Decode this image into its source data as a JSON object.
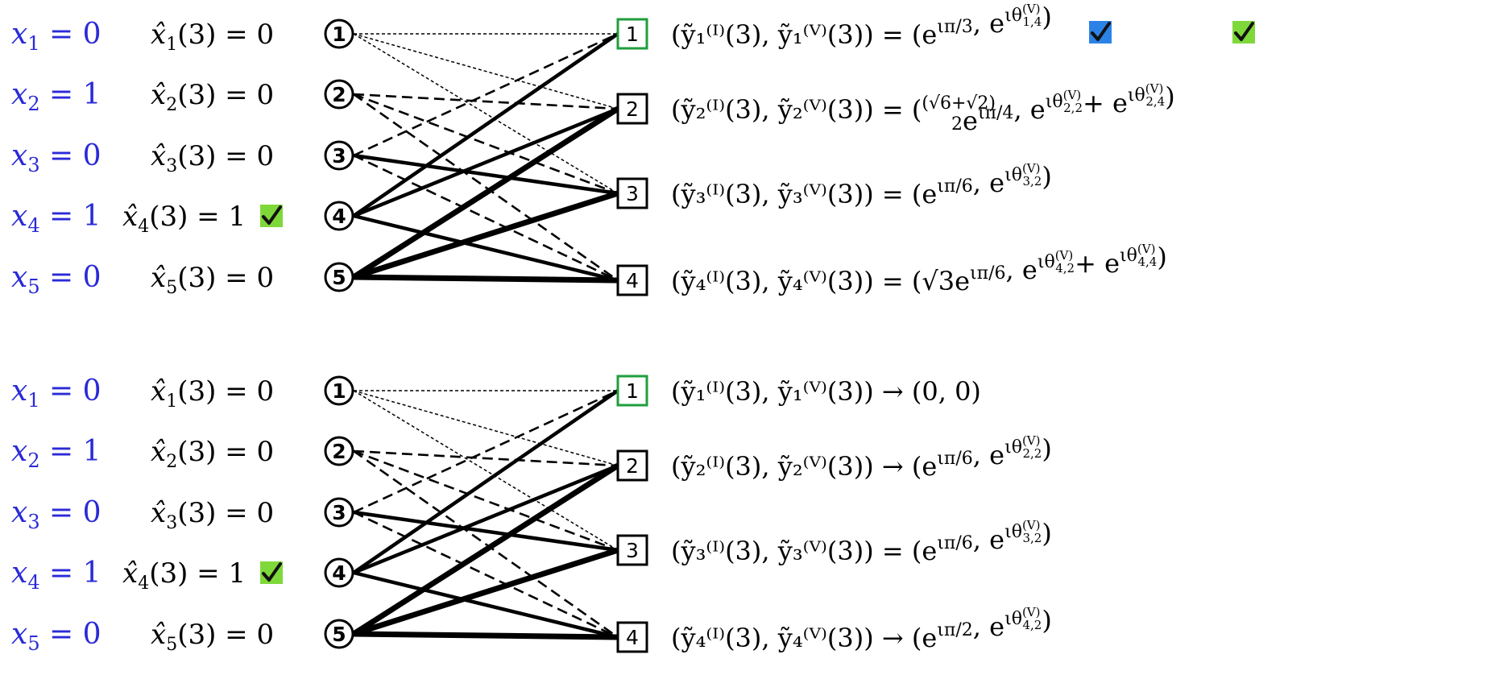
{
  "colors": {
    "x_label": "#2a2ad8",
    "ink": "#000000",
    "check_green": "#7fd83a",
    "check_blue": "#2b82e6",
    "highlight_box": "#1f9e3d"
  },
  "panels": [
    {
      "x_labels": [
        {
          "name": "x",
          "sub": "1",
          "value": "0"
        },
        {
          "name": "x",
          "sub": "2",
          "value": "1"
        },
        {
          "name": "x",
          "sub": "3",
          "value": "0"
        },
        {
          "name": "x",
          "sub": "4",
          "value": "1"
        },
        {
          "name": "x",
          "sub": "5",
          "value": "0"
        }
      ],
      "xhat_labels": [
        {
          "name": "x̂",
          "sub": "1",
          "arg": "(3)",
          "value": "0",
          "check": false
        },
        {
          "name": "x̂",
          "sub": "2",
          "arg": "(3)",
          "value": "0",
          "check": false
        },
        {
          "name": "x̂",
          "sub": "3",
          "arg": "(3)",
          "value": "0",
          "check": false
        },
        {
          "name": "x̂",
          "sub": "4",
          "arg": "(3)",
          "value": "1",
          "check": true
        },
        {
          "name": "x̂",
          "sub": "5",
          "arg": "(3)",
          "value": "0",
          "check": false
        }
      ],
      "variable_nodes": [
        "1",
        "2",
        "3",
        "4",
        "5"
      ],
      "check_nodes": [
        "1",
        "2",
        "3",
        "4"
      ],
      "highlighted_check_nodes": [
        "1"
      ],
      "edges": [
        {
          "from": 1,
          "to": 1,
          "style": "thin-dashed"
        },
        {
          "from": 1,
          "to": 2,
          "style": "thin-dashed"
        },
        {
          "from": 1,
          "to": 3,
          "style": "thin-dashed"
        },
        {
          "from": 2,
          "to": 2,
          "style": "dashed"
        },
        {
          "from": 2,
          "to": 3,
          "style": "dashed"
        },
        {
          "from": 2,
          "to": 4,
          "style": "dashed"
        },
        {
          "from": 3,
          "to": 1,
          "style": "dashed"
        },
        {
          "from": 3,
          "to": 3,
          "style": "thick"
        },
        {
          "from": 3,
          "to": 4,
          "style": "dashed"
        },
        {
          "from": 4,
          "to": 1,
          "style": "thick"
        },
        {
          "from": 4,
          "to": 2,
          "style": "thick"
        },
        {
          "from": 4,
          "to": 4,
          "style": "thick"
        },
        {
          "from": 5,
          "to": 2,
          "style": "heavy"
        },
        {
          "from": 5,
          "to": 3,
          "style": "heavy"
        },
        {
          "from": 5,
          "to": 4,
          "style": "heavy"
        }
      ],
      "equations": [
        {
          "prefix": "(ỹ₁⁽ᴵ⁾(3),  ỹ₁⁽ⱽ⁾(3))",
          "relation": "=",
          "value": "(e^{ιπ/3}, e^{ιθ₁,₄⁽ⱽ⁾})",
          "terms": [
            "(e",
            "ιπ/3",
            ",  e",
            "ιθ",
            "(V)",
            "1,4",
            ")"
          ],
          "checks": [
            "blue",
            "green"
          ]
        },
        {
          "prefix": "(ỹ₂⁽ᴵ⁾(3),  ỹ₂⁽ⱽ⁾(3))",
          "relation": "=",
          "value": "((√6+√2)/2 e^{ιπ/4}, e^{ιθ₂,₂⁽ⱽ⁾} + e^{ιθ₂,₄⁽ⱽ⁾})",
          "terms": [
            "(",
            "(√6+√2)",
            "2",
            "e",
            "ιπ/4",
            ",  e",
            "ιθ",
            "(V)",
            "2,2",
            "+ e",
            "ιθ",
            "(V)",
            "2,4",
            ")"
          ],
          "checks": []
        },
        {
          "prefix": "(ỹ₃⁽ᴵ⁾(3),  ỹ₃⁽ⱽ⁾(3))",
          "relation": "=",
          "value": "(e^{ιπ/6}, e^{ιθ₃,₂⁽ⱽ⁾})",
          "terms": [
            "(e",
            "ιπ/6",
            ",  e",
            "ιθ",
            "(V)",
            "3,2",
            ")"
          ],
          "checks": []
        },
        {
          "prefix": "(ỹ₄⁽ᴵ⁾(3),  ỹ₄⁽ⱽ⁾(3))",
          "relation": "=",
          "value": "(√3 e^{ιπ/6}, e^{ιθ₄,₂⁽ⱽ⁾} + e^{ιθ₄,₄⁽ⱽ⁾})",
          "terms": [
            "(√3e",
            "ιπ/6",
            ",  e",
            "ιθ",
            "(V)",
            "4,2",
            "+ e",
            "ιθ",
            "(V)",
            "4,4",
            ")"
          ],
          "checks": []
        }
      ]
    },
    {
      "x_labels": [
        {
          "name": "x",
          "sub": "1",
          "value": "0"
        },
        {
          "name": "x",
          "sub": "2",
          "value": "1"
        },
        {
          "name": "x",
          "sub": "3",
          "value": "0"
        },
        {
          "name": "x",
          "sub": "4",
          "value": "1"
        },
        {
          "name": "x",
          "sub": "5",
          "value": "0"
        }
      ],
      "xhat_labels": [
        {
          "name": "x̂",
          "sub": "1",
          "arg": "(3)",
          "value": "0",
          "check": false
        },
        {
          "name": "x̂",
          "sub": "2",
          "arg": "(3)",
          "value": "0",
          "check": false
        },
        {
          "name": "x̂",
          "sub": "3",
          "arg": "(3)",
          "value": "0",
          "check": false
        },
        {
          "name": "x̂",
          "sub": "4",
          "arg": "(3)",
          "value": "1",
          "check": true
        },
        {
          "name": "x̂",
          "sub": "5",
          "arg": "(3)",
          "value": "0",
          "check": false
        }
      ],
      "variable_nodes": [
        "1",
        "2",
        "3",
        "4",
        "5"
      ],
      "check_nodes": [
        "1",
        "2",
        "3",
        "4"
      ],
      "highlighted_check_nodes": [
        "1"
      ],
      "edges": [
        {
          "from": 1,
          "to": 1,
          "style": "thin-dashed"
        },
        {
          "from": 1,
          "to": 2,
          "style": "thin-dashed"
        },
        {
          "from": 1,
          "to": 3,
          "style": "thin-dashed"
        },
        {
          "from": 2,
          "to": 2,
          "style": "dashed"
        },
        {
          "from": 2,
          "to": 3,
          "style": "dashed"
        },
        {
          "from": 2,
          "to": 4,
          "style": "dashed"
        },
        {
          "from": 3,
          "to": 1,
          "style": "dashed"
        },
        {
          "from": 3,
          "to": 3,
          "style": "thick"
        },
        {
          "from": 3,
          "to": 4,
          "style": "dashed"
        },
        {
          "from": 4,
          "to": 1,
          "style": "thick"
        },
        {
          "from": 4,
          "to": 2,
          "style": "thick"
        },
        {
          "from": 4,
          "to": 4,
          "style": "thick"
        },
        {
          "from": 5,
          "to": 2,
          "style": "heavy"
        },
        {
          "from": 5,
          "to": 3,
          "style": "heavy"
        },
        {
          "from": 5,
          "to": 4,
          "style": "heavy"
        }
      ],
      "equations": [
        {
          "prefix": "(ỹ₁⁽ᴵ⁾(3),  ỹ₁⁽ⱽ⁾(3))",
          "relation": "→",
          "value": "(0, 0)",
          "terms": [
            "(0,  0)"
          ],
          "checks": []
        },
        {
          "prefix": "(ỹ₂⁽ᴵ⁾(3),  ỹ₂⁽ⱽ⁾(3))",
          "relation": "→",
          "value": "(e^{ιπ/6}, e^{ιθ₂,₂⁽ⱽ⁾})",
          "terms": [
            "(e",
            "ιπ/6",
            ",  e",
            "ιθ",
            "(V)",
            "2,2",
            ")"
          ],
          "checks": []
        },
        {
          "prefix": "(ỹ₃⁽ᴵ⁾(3),  ỹ₃⁽ⱽ⁾(3))",
          "relation": "=",
          "value": "(e^{ιπ/6}, e^{ιθ₃,₂⁽ⱽ⁾})",
          "terms": [
            "(e",
            "ιπ/6",
            ",  e",
            "ιθ",
            "(V)",
            "3,2",
            ")"
          ],
          "checks": []
        },
        {
          "prefix": "(ỹ₄⁽ᴵ⁾(3),  ỹ₄⁽ⱽ⁾(3))",
          "relation": "→",
          "value": "(e^{ιπ/2}, e^{ιθ₄,₂⁽ⱽ⁾})",
          "terms": [
            "(e",
            "ιπ/2",
            ",  e",
            "ιθ",
            "(V)",
            "4,2",
            ")"
          ],
          "checks": []
        }
      ]
    }
  ]
}
